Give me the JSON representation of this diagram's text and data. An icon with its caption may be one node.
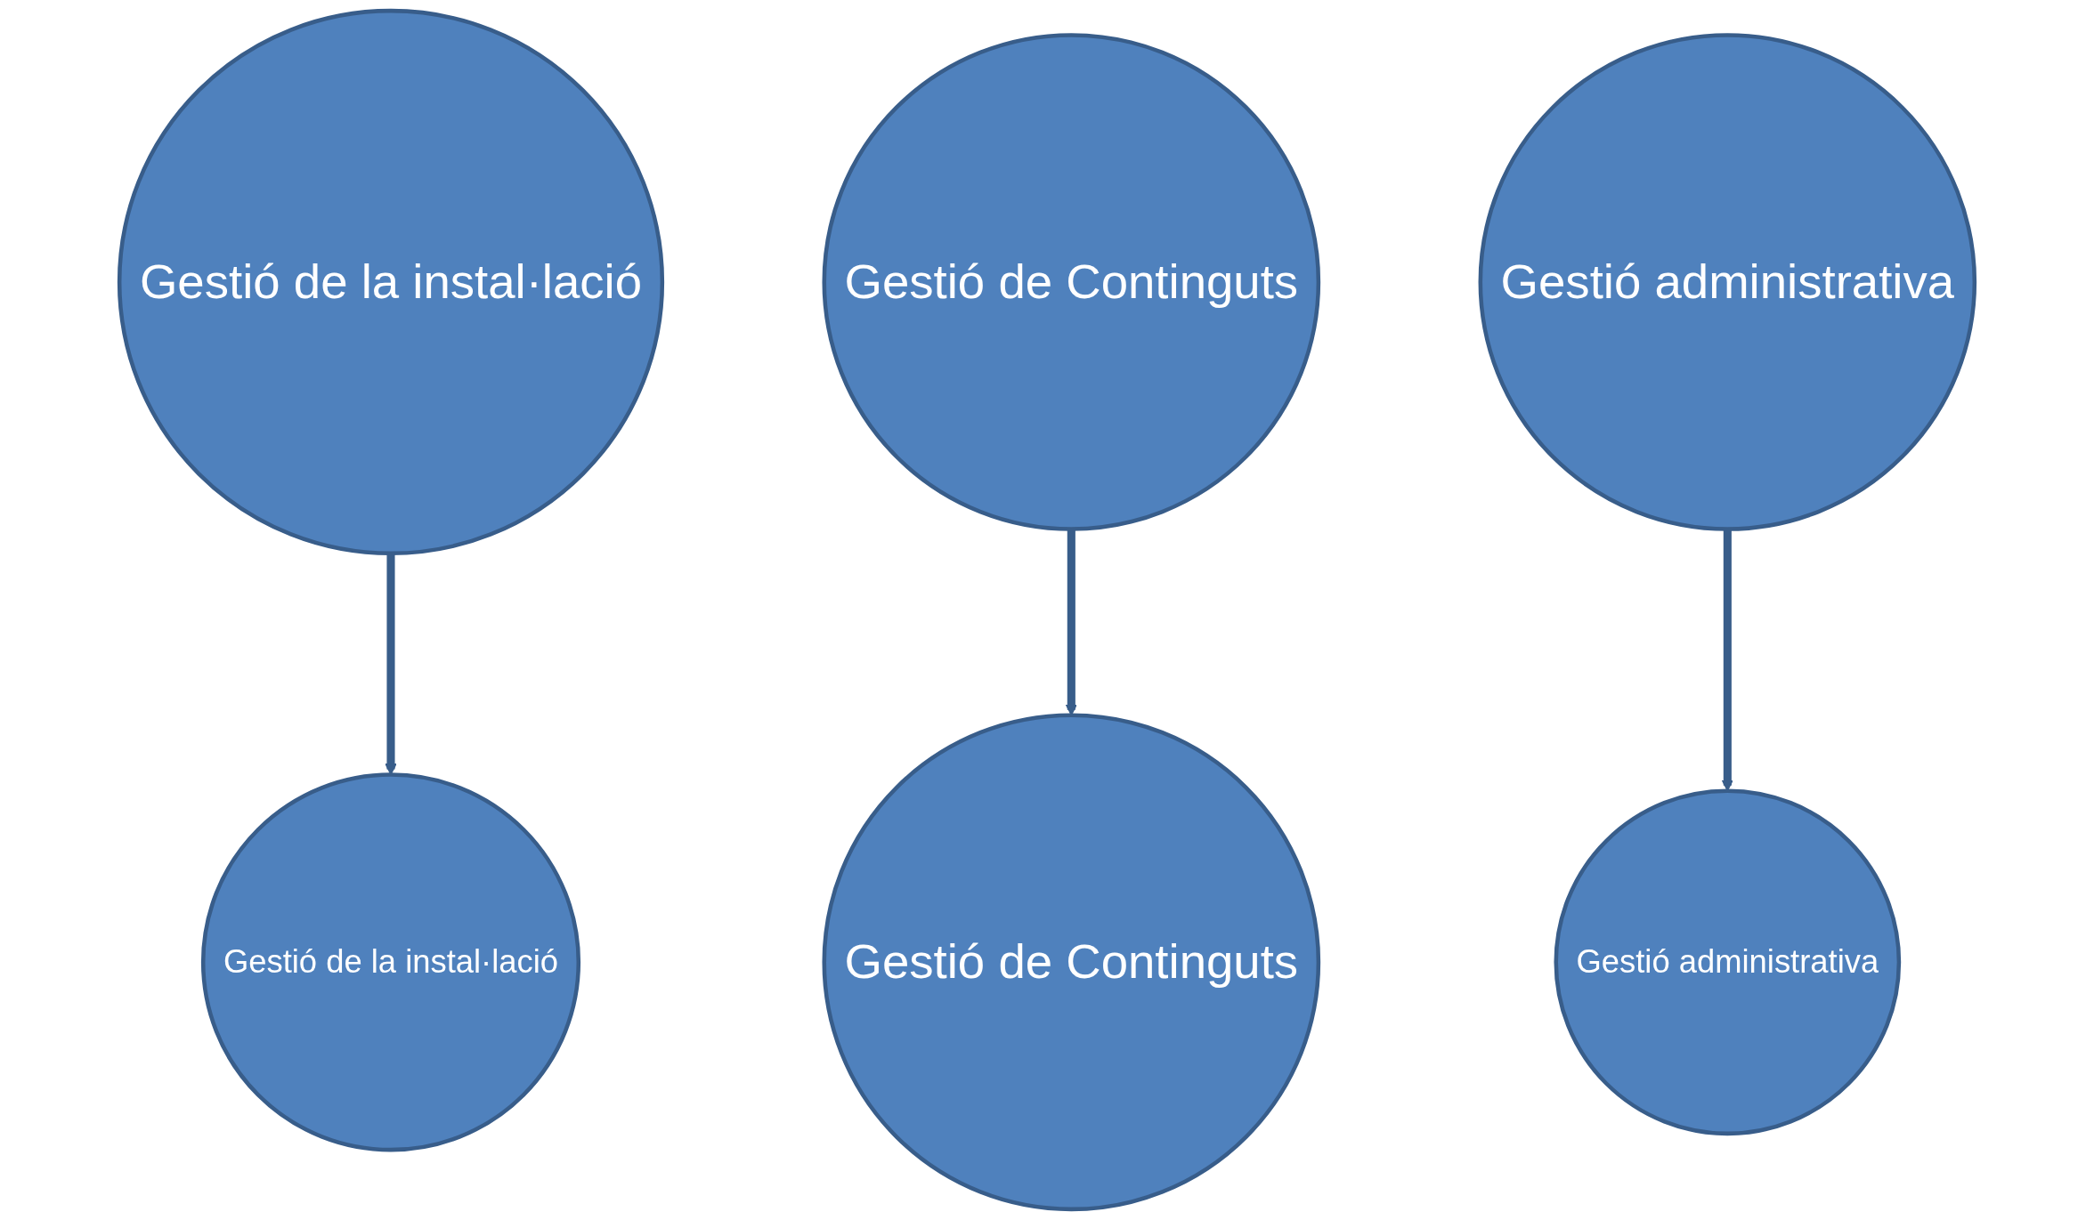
{
  "diagram": {
    "nodes": [
      {
        "text": [
          "Gestió de la instal·lació"
        ]
      },
      {
        "text": [
          "Gestió de Continguts"
        ]
      },
      {
        "text": [
          "Gestió administrativa"
        ]
      },
      {
        "text": [
          "Gestió de la instal·lació"
        ]
      },
      {
        "text": [
          "Gestió de Continguts"
        ]
      },
      {
        "text": [
          "Gestió administrativa"
        ]
      }
    ],
    "edges": [
      {
        "from": 0,
        "to": 3,
        "arrow": "to"
      },
      {
        "from": 1,
        "to": 4,
        "arrow": "to"
      },
      {
        "from": 2,
        "to": 5,
        "arrow": "to"
      }
    ]
  }
}
